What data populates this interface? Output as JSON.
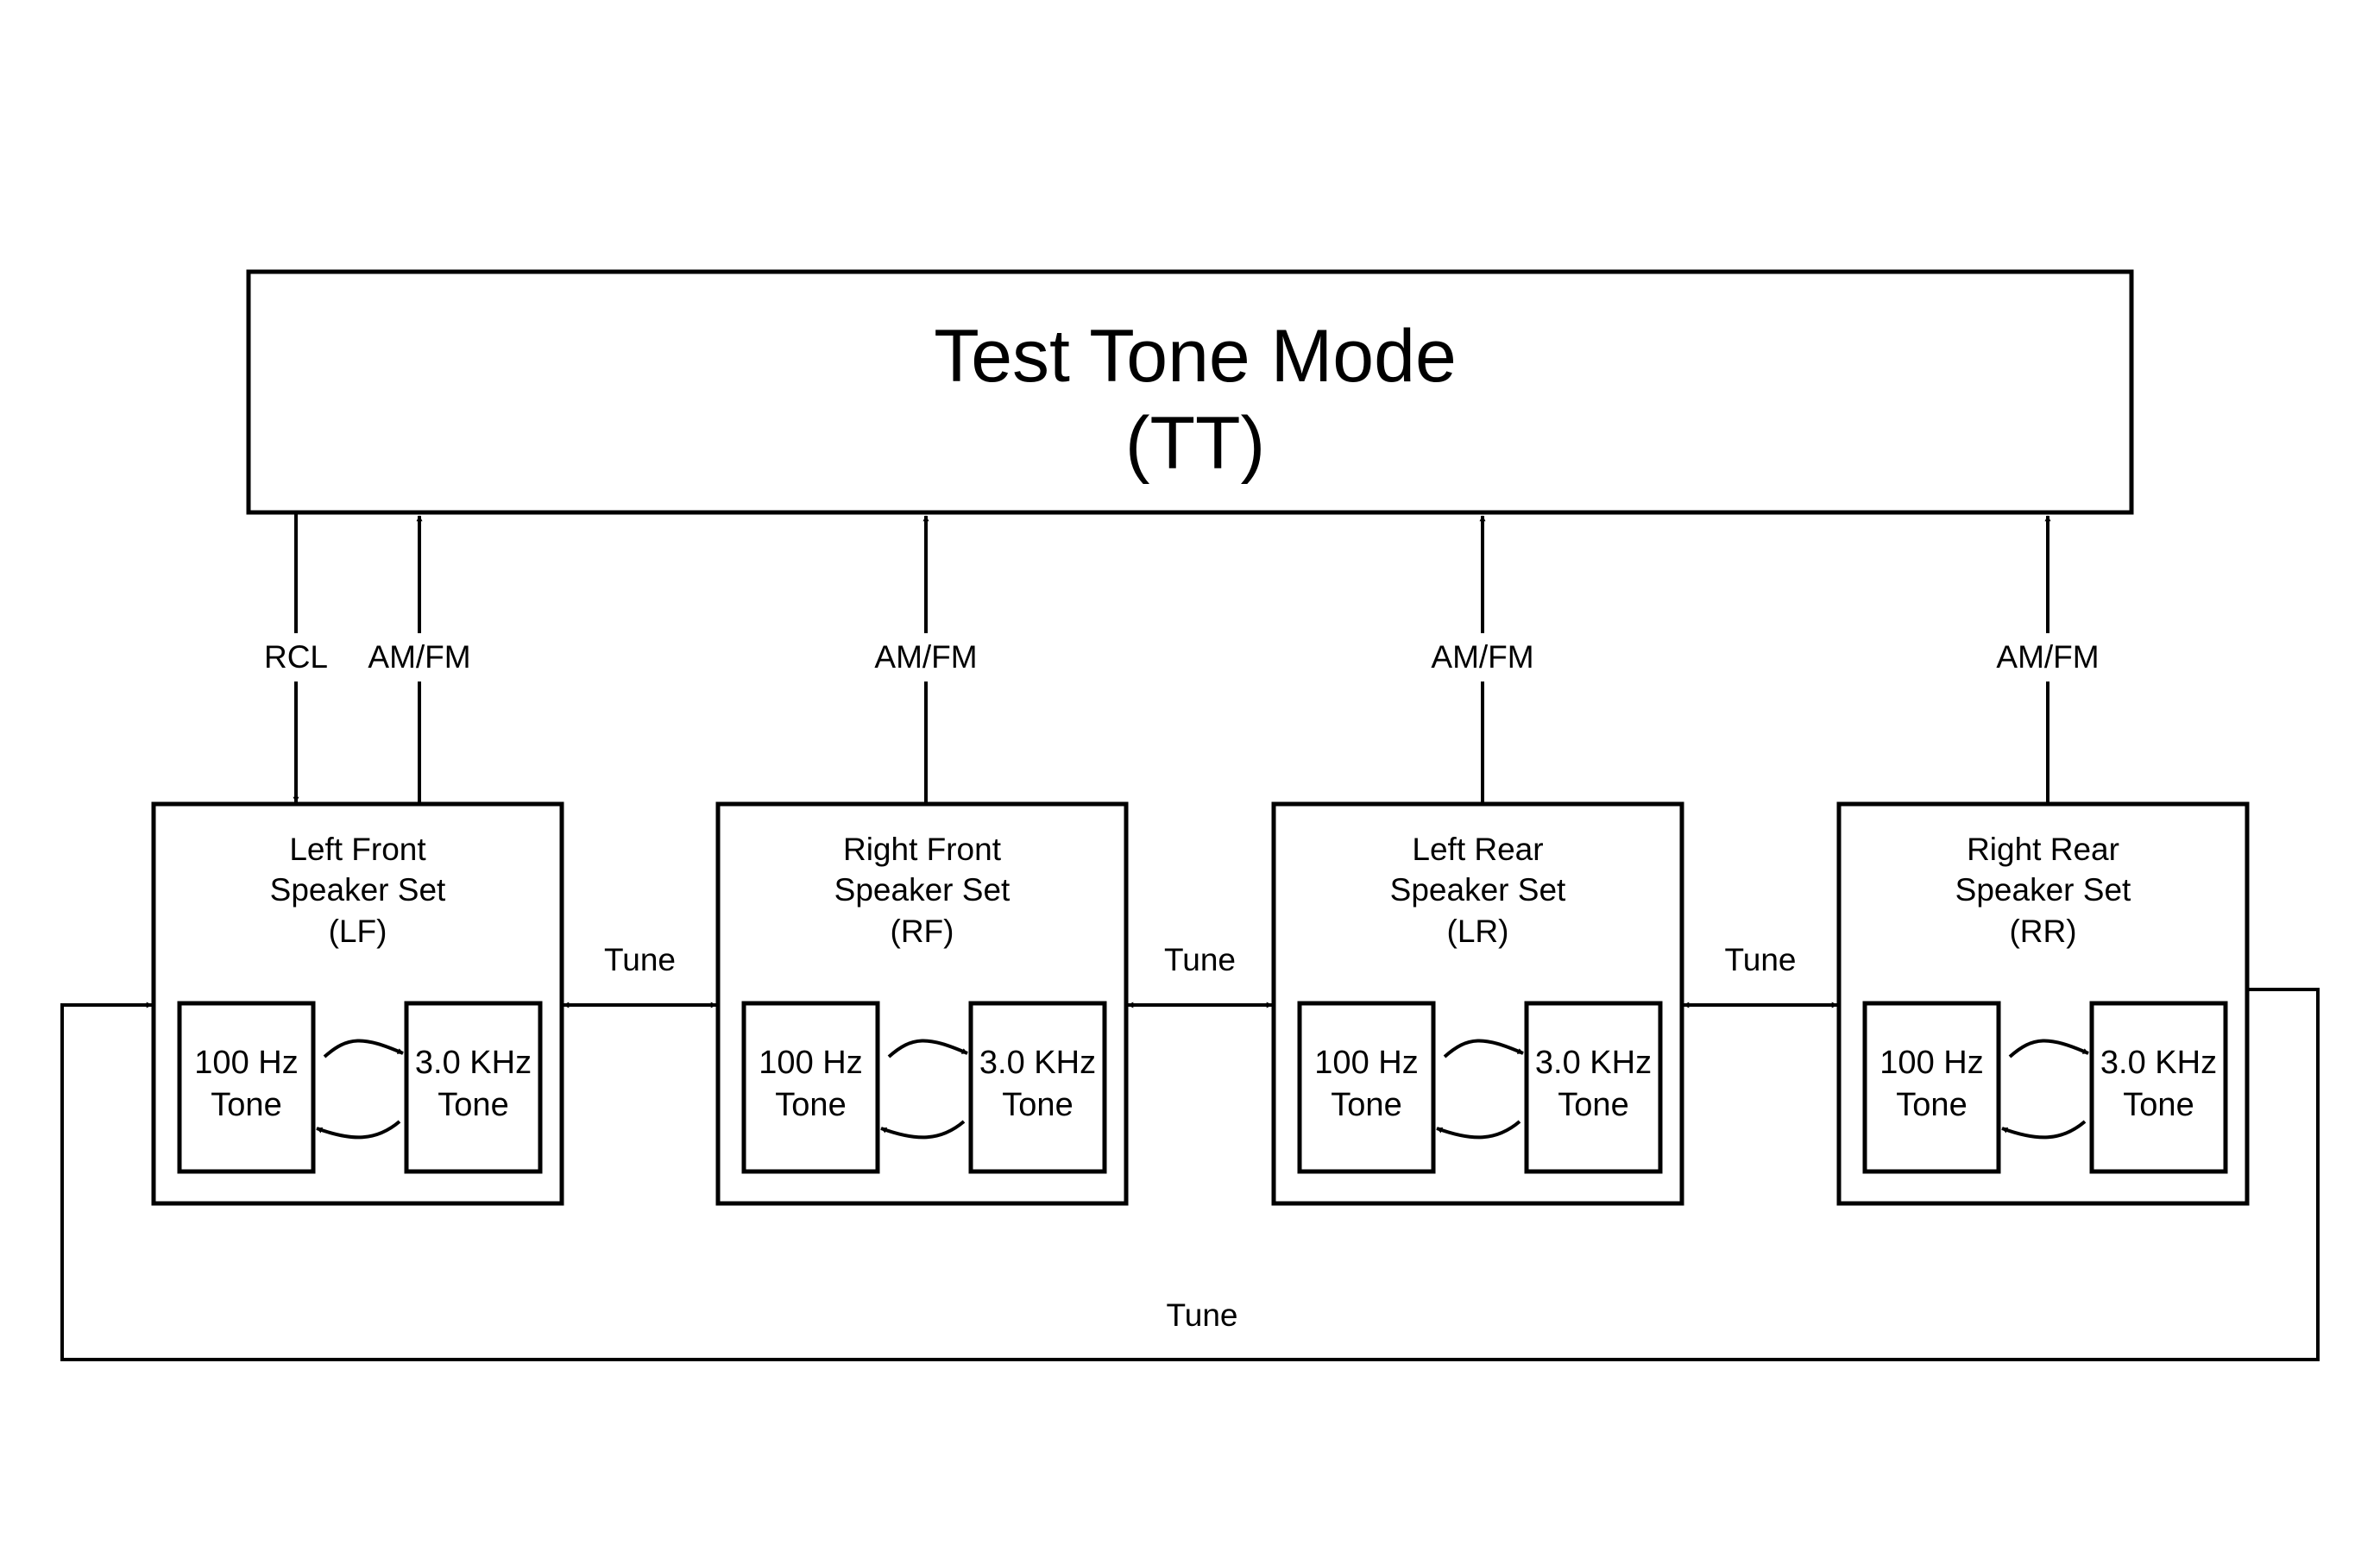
{
  "mode_box": {
    "title": "Test Tone Mode",
    "subtitle": "(TT)"
  },
  "connector_labels": {
    "rcl": "RCL",
    "am_fm": "AM/FM",
    "tune": "Tune"
  },
  "speaker_sets": [
    {
      "line1": "Left Front",
      "line2": "Speaker Set",
      "abbr": "(LF)",
      "tone_a": [
        "100 Hz",
        "Tone"
      ],
      "tone_b": [
        "3.0 KHz",
        "Tone"
      ]
    },
    {
      "line1": "Right Front",
      "line2": "Speaker Set",
      "abbr": "(RF)",
      "tone_a": [
        "100 Hz",
        "Tone"
      ],
      "tone_b": [
        "3.0 KHz",
        "Tone"
      ]
    },
    {
      "line1": "Left Rear",
      "line2": "Speaker Set",
      "abbr": "(LR)",
      "tone_a": [
        "100 Hz",
        "Tone"
      ],
      "tone_b": [
        "3.0 KHz",
        "Tone"
      ]
    },
    {
      "line1": "Right Rear",
      "line2": "Speaker Set",
      "abbr": "(RR)",
      "tone_a": [
        "100 Hz",
        "Tone"
      ],
      "tone_b": [
        "3.0 KHz",
        "Tone"
      ]
    }
  ],
  "colors": {
    "stroke": "#000000",
    "background": "#ffffff"
  }
}
